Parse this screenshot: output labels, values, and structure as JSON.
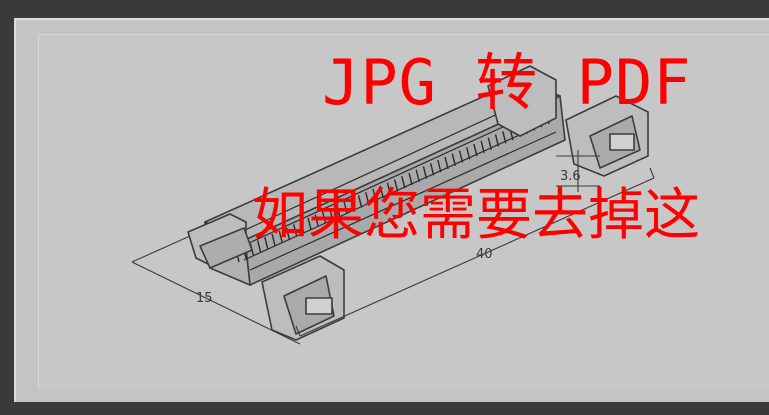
{
  "drawing": {
    "dimensions": {
      "width_label": "40",
      "depth_label": "15",
      "height_label": "3.6"
    }
  },
  "watermark": {
    "title": "JPG 转 PDF",
    "subtitle": "如果您需要去掉这",
    "color": "#ff0000"
  },
  "colors": {
    "frame": "#3a3a3a",
    "panel": "#c4c4c4",
    "line": "#3c3c3c"
  }
}
